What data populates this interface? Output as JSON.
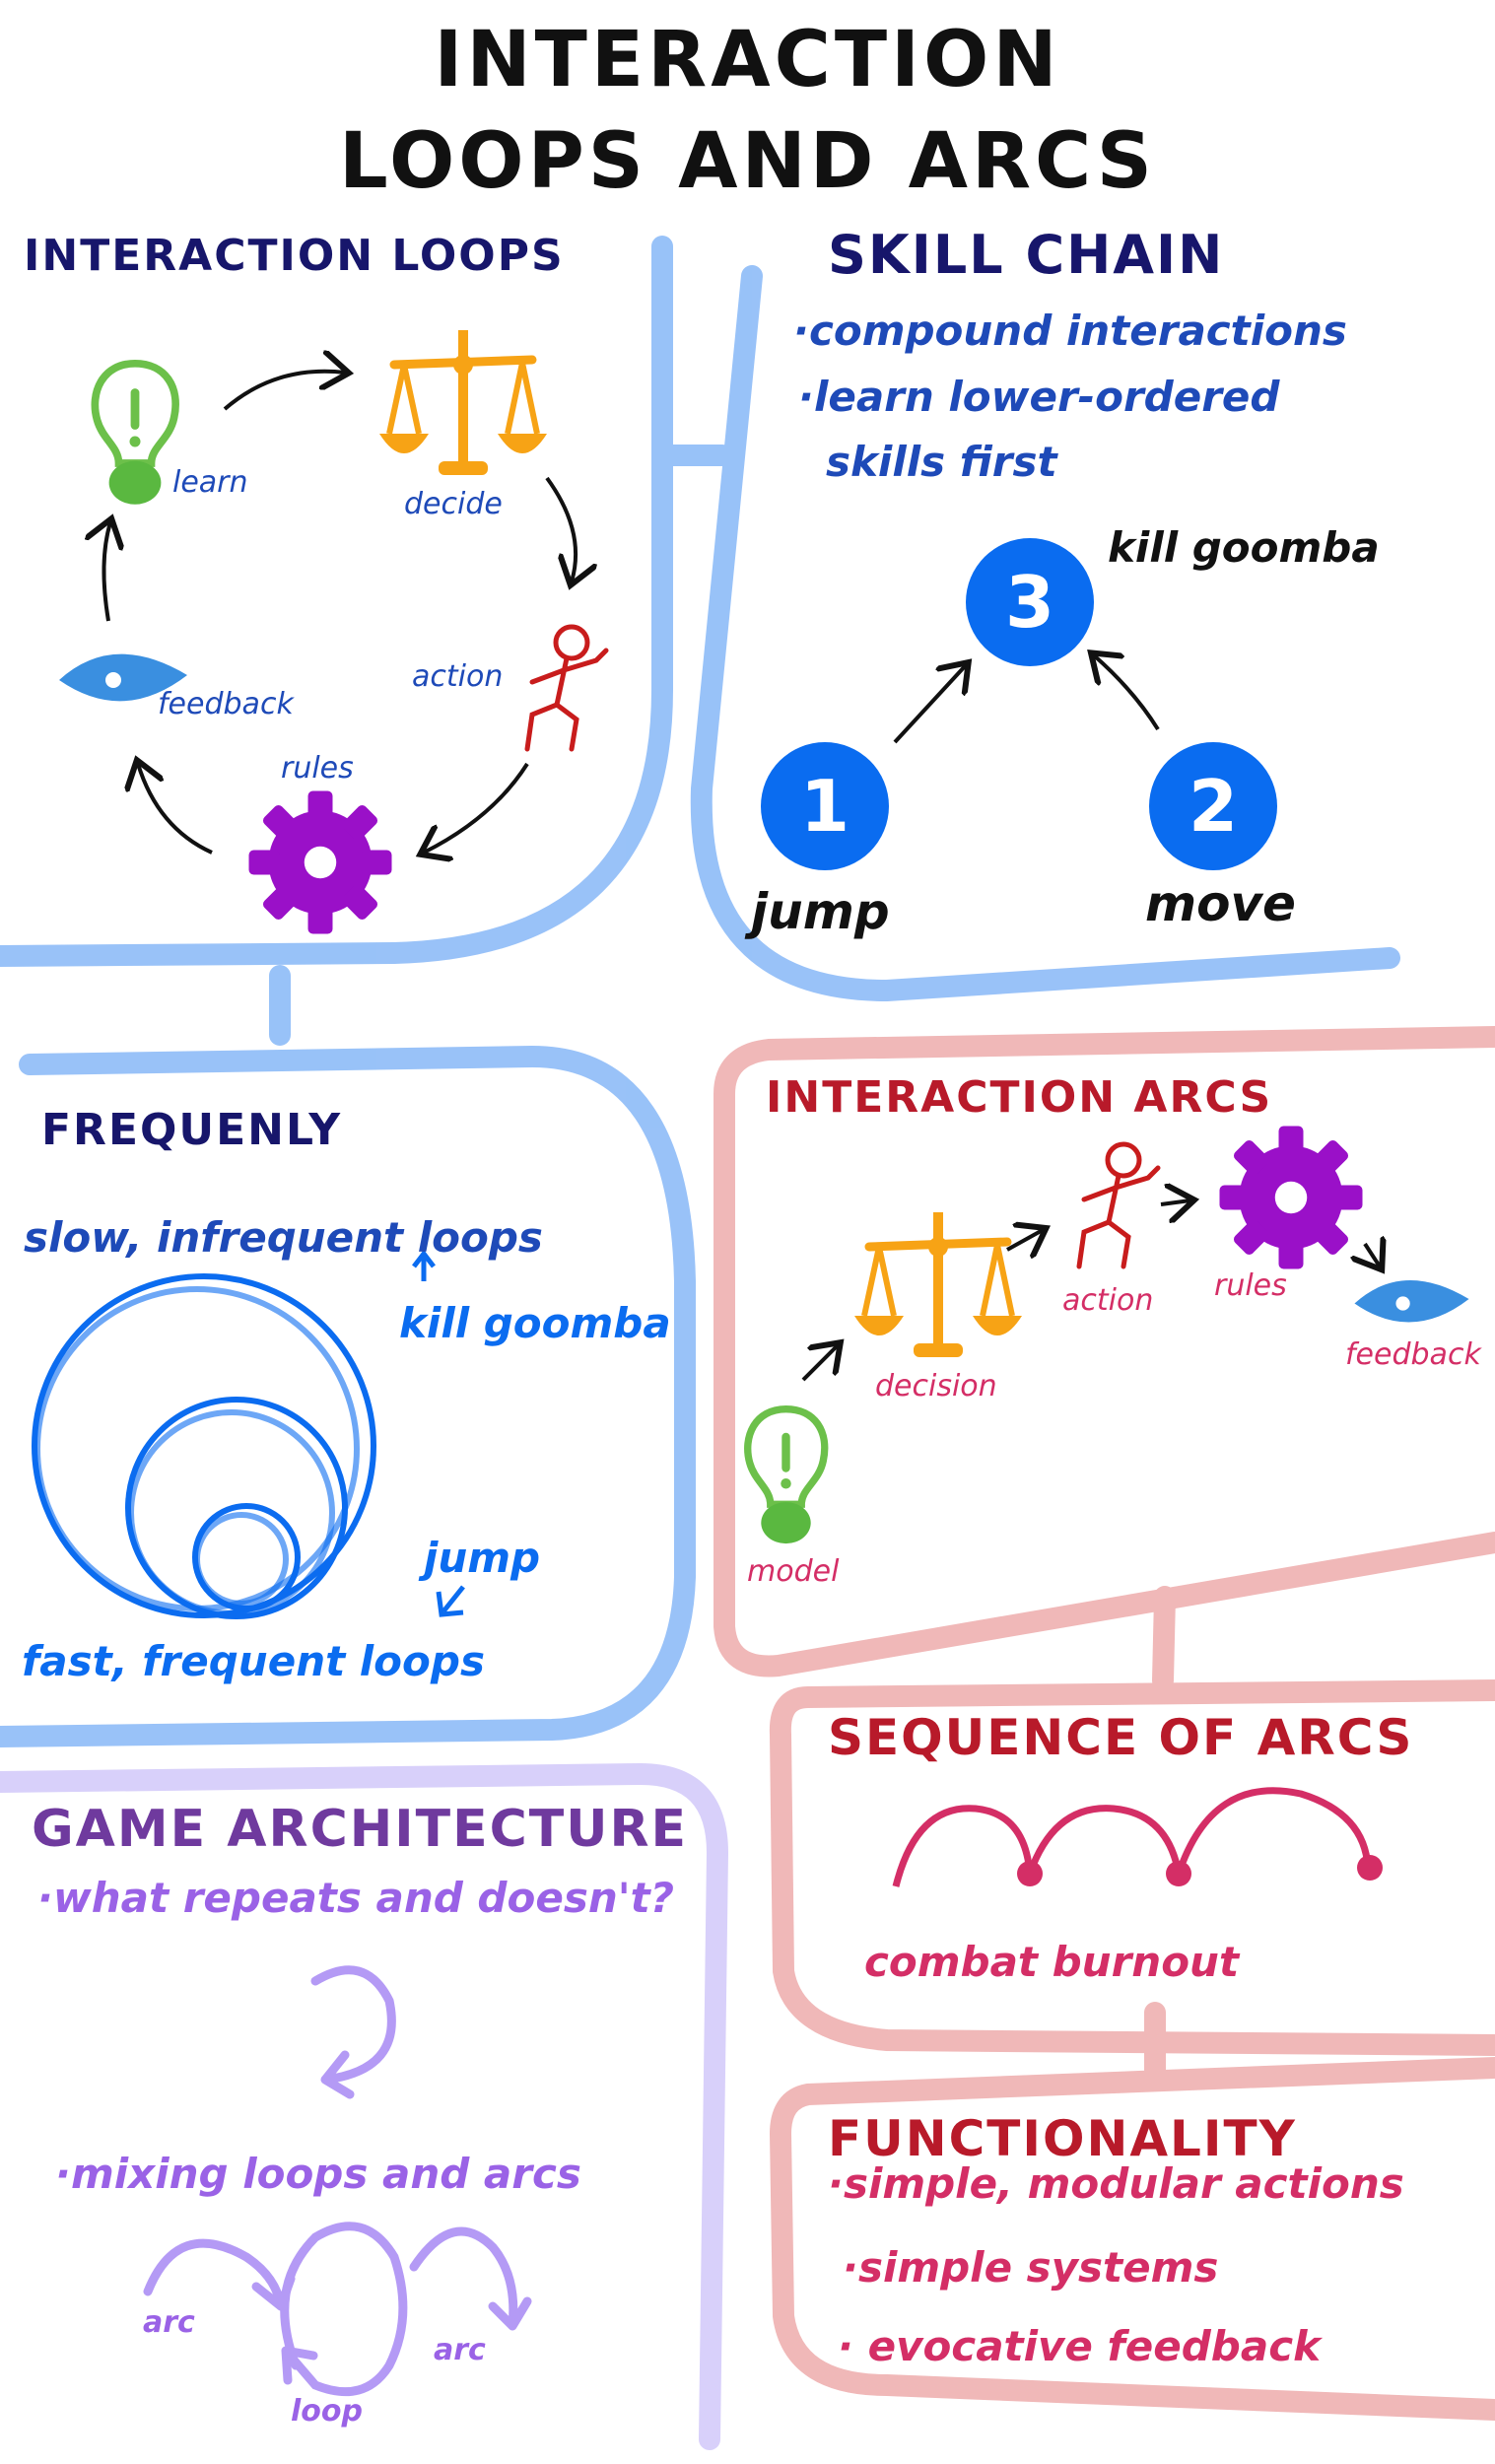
{
  "title": {
    "line1": "INTERACTION",
    "line2": "LOOPS AND ARCS"
  },
  "interaction_loops": {
    "heading": "INTERACTION LOOPS",
    "labels": {
      "learn": "learn",
      "decide": "decide",
      "action": "action",
      "rules": "rules",
      "feedback": "feedback"
    },
    "icons": [
      "lightbulb-icon",
      "scales-icon",
      "stick-figure-icon",
      "gear-icon",
      "eye-icon"
    ]
  },
  "skill_chain": {
    "heading": "SKILL CHAIN",
    "bullets": [
      "·compound interactions",
      "·learn lower-ordered",
      "skills first"
    ],
    "nodes": [
      {
        "number": "1",
        "label": "jump"
      },
      {
        "number": "2",
        "label": "move"
      },
      {
        "number": "3",
        "label": "kill goomba"
      }
    ]
  },
  "frequency": {
    "heading": "FREQUENLY",
    "slow": "slow, infrequent loops",
    "kill": "kill goomba",
    "jump": "jump",
    "fast": "fast, frequent loops"
  },
  "interaction_arcs": {
    "heading": "INTERACTION ARCS",
    "labels": {
      "model": "model",
      "decision": "decision",
      "action": "action",
      "rules": "rules",
      "feedback": "feedback"
    }
  },
  "sequence": {
    "heading": "SEQUENCE OF ARCS",
    "caption": "combat burnout"
  },
  "functionality": {
    "heading": "FUNCTIONALITY",
    "bullets": [
      "·simple, modular actions",
      "·simple systems",
      "· evocative feedback"
    ]
  },
  "game_architecture": {
    "heading": "GAME ARCHITECTURE",
    "bullet1": "·what repeats and doesn't?",
    "bullet2": "·mixing loops and arcs",
    "arc_left": "arc",
    "arc_right": "arc",
    "loop": "loop"
  },
  "colors": {
    "blue_line": "#93bff8",
    "pink_line": "#f0b8b8",
    "purple_line": "#d8d0fa",
    "node": "#0a6cf0"
  }
}
